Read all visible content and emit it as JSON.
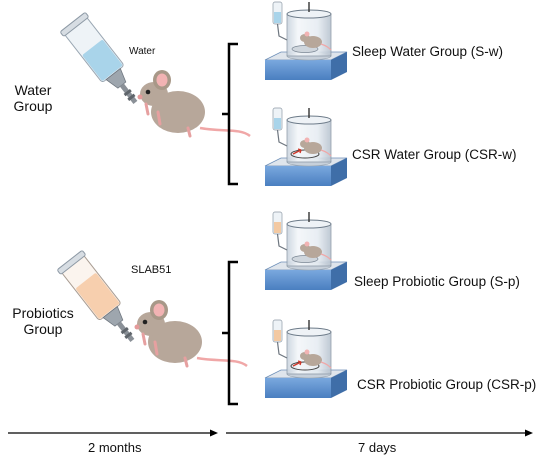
{
  "groups": {
    "water": {
      "label_line1": "Water",
      "label_line2": "Group",
      "bottle_label": "Water"
    },
    "probiotic": {
      "label_line1": "Probiotics",
      "label_line2": "Group",
      "bottle_label": "SLAB51"
    }
  },
  "outcomes": [
    {
      "label": "Sleep Water Group (S-w)",
      "deprivation": false,
      "bottle_color": "#a9d4ea"
    },
    {
      "label": "CSR Water Group (CSR-w)",
      "deprivation": true,
      "bottle_color": "#a9d4ea"
    },
    {
      "label": "Sleep Probiotic Group (S-p)",
      "deprivation": false,
      "bottle_color": "#f3c9a2"
    },
    {
      "label": "CSR Probiotic Group (CSR-p)",
      "deprivation": true,
      "bottle_color": "#f3c9a2"
    }
  ],
  "timeline": {
    "phase1": "2 months",
    "phase2": "7 days"
  },
  "colors": {
    "water_fill": "#a9d4ea",
    "probiotic_fill": "#f7cfae",
    "platform_blue": "#5f93d1",
    "cylinder": "#dfe6ee",
    "mouse": "#b7a79a",
    "mouse_ear": "#f2b3b3"
  },
  "icons": [
    "syringe-bottle-icon",
    "mouse-icon",
    "sleep-chamber-icon",
    "bracket-icon",
    "arrow-icon"
  ]
}
